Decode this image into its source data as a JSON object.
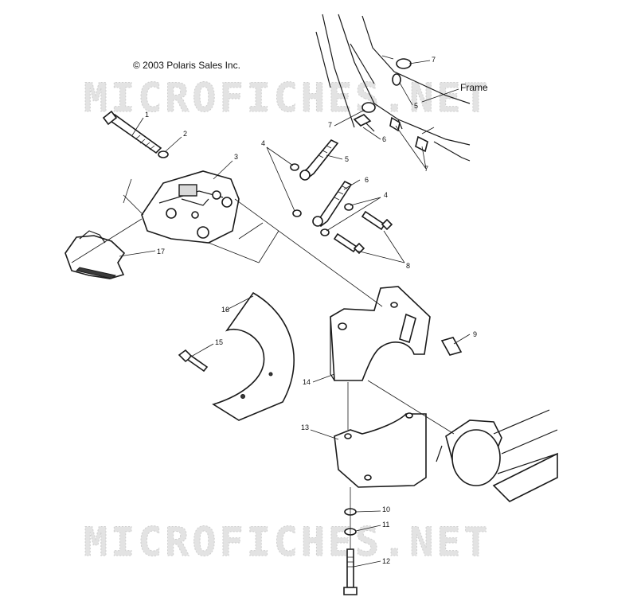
{
  "copyright": "© 2003 Polaris Sales Inc.",
  "frame_label": "Frame",
  "watermark": "MICROFICHES.NET",
  "callouts": [
    "1",
    "2",
    "3",
    "4",
    "4",
    "5",
    "5",
    "6",
    "6",
    "7",
    "7",
    "7",
    "8",
    "9",
    "10",
    "11",
    "12",
    "13",
    "14",
    "15",
    "16",
    "17"
  ]
}
